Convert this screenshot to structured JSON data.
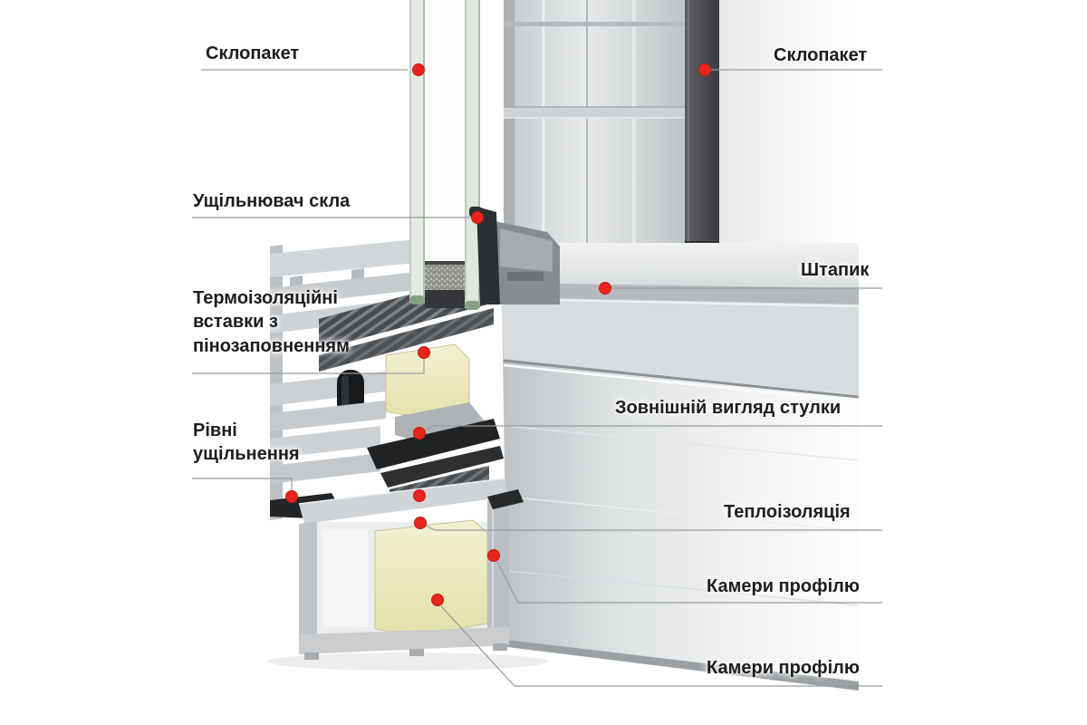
{
  "page": {
    "background": "#ffffff"
  },
  "colors": {
    "marker": "#e8251d",
    "leader_line": "#999b9d",
    "label_text": "#1d1d1f",
    "foam": "#ece9b8",
    "glass_edge": "#9cb19b",
    "seal_black": "#2c2f31",
    "aluminum_light": "#d3d6d8"
  },
  "diagram": {
    "labels": {
      "sklopaket_left": "Склопакет",
      "sklopaket_right": "Склопакет",
      "ushchilniuvach_skla": "Ущільнювач скла",
      "shtapyk": "Штапик",
      "termo_vstavky": "Термоізоляційні вставки з пінозаповненням",
      "zovnishniy_vyhliad_stulky": "Зовнішній вигляд стулки",
      "rivni_ushchilnennia": "Рівні ущільнення",
      "teploizoliatsiia": "Теплоізоляція",
      "kamery_profiliu_top": "Камери профілю",
      "kamery_profiliu_bottom": "Камери профілю"
    }
  }
}
